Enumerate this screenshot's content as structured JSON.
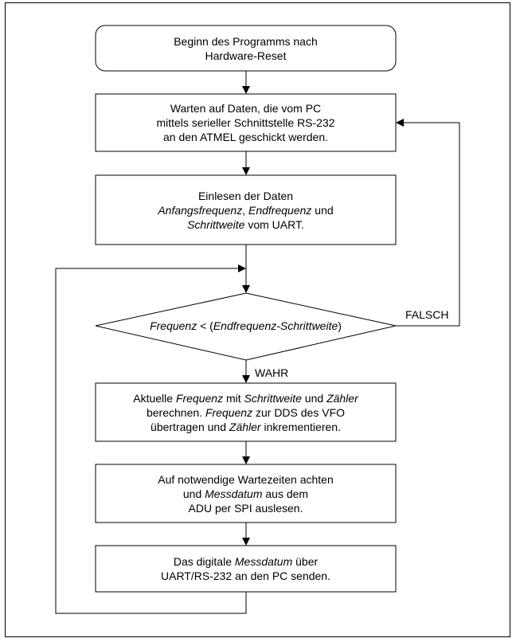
{
  "flowchart": {
    "start": {
      "lines": [
        [
          {
            "t": "Beginn des Programms nach"
          }
        ],
        [
          {
            "t": "Hardware-Reset"
          }
        ]
      ]
    },
    "wait": {
      "lines": [
        [
          {
            "t": "Warten auf Daten, die vom PC"
          }
        ],
        [
          {
            "t": "mittels serieller Schnittstelle RS-232"
          }
        ],
        [
          {
            "t": "an den ATMEL geschickt werden."
          }
        ]
      ]
    },
    "read": {
      "lines": [
        [
          {
            "t": "Einlesen der Daten"
          }
        ],
        [
          {
            "t": "Anfangsfrequenz",
            "i": true
          },
          {
            "t": ", "
          },
          {
            "t": "Endfrequenz",
            "i": true
          },
          {
            "t": " und"
          }
        ],
        [
          {
            "t": "Schrittweite",
            "i": true
          },
          {
            "t": " vom UART."
          }
        ]
      ]
    },
    "decision": {
      "lines": [
        [
          {
            "t": "Frequenz",
            "i": true
          },
          {
            "t": "  < ("
          },
          {
            "t": "Endfrequenz-Schrittweite",
            "i": true
          },
          {
            "t": ")"
          }
        ]
      ]
    },
    "compute": {
      "lines": [
        [
          {
            "t": "Aktuelle "
          },
          {
            "t": "Frequenz",
            "i": true
          },
          {
            "t": " mit "
          },
          {
            "t": "Schrittweite",
            "i": true
          },
          {
            "t": " und "
          },
          {
            "t": "Zähler",
            "i": true
          }
        ],
        [
          {
            "t": "berechnen. "
          },
          {
            "t": "Frequenz",
            "i": true
          },
          {
            "t": " zur DDS des VFO"
          }
        ],
        [
          {
            "t": "übertragen und "
          },
          {
            "t": "Zähler",
            "i": true
          },
          {
            "t": " inkrementieren."
          }
        ]
      ]
    },
    "measure": {
      "lines": [
        [
          {
            "t": "Auf notwendige Wartezeiten achten"
          }
        ],
        [
          {
            "t": "und "
          },
          {
            "t": "Messdatum",
            "i": true
          },
          {
            "t": " aus dem"
          }
        ],
        [
          {
            "t": "ADU per SPI auslesen."
          }
        ]
      ]
    },
    "send": {
      "lines": [
        [
          {
            "t": "Das digitale "
          },
          {
            "t": "Messdatum",
            "i": true
          },
          {
            "t": " über"
          }
        ],
        [
          {
            "t": "UART/RS-232 an den PC senden."
          }
        ]
      ]
    },
    "label_false": "FALSCH",
    "label_true": "WAHR"
  }
}
